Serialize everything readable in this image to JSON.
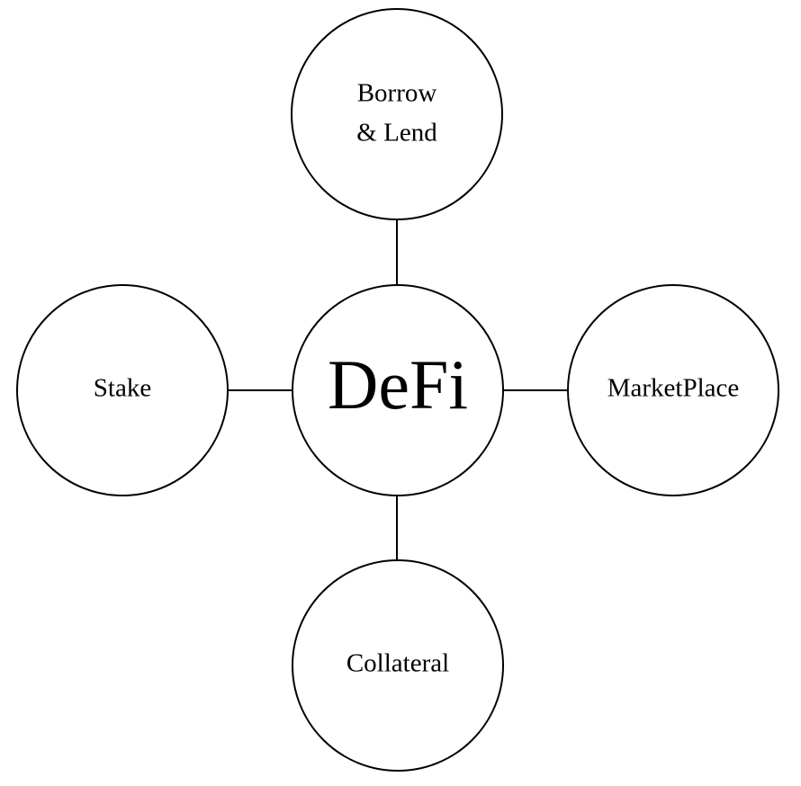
{
  "diagram": {
    "center": {
      "label": "DeFi"
    },
    "nodes": {
      "top": {
        "line1": "Borrow",
        "line2": "& Lend"
      },
      "left": {
        "label": "Stake"
      },
      "right": {
        "label": "MarketPlace"
      },
      "bottom": {
        "label": "Collateral"
      }
    },
    "colors": {
      "stroke": "#000000",
      "fill": "#ffffff"
    }
  }
}
